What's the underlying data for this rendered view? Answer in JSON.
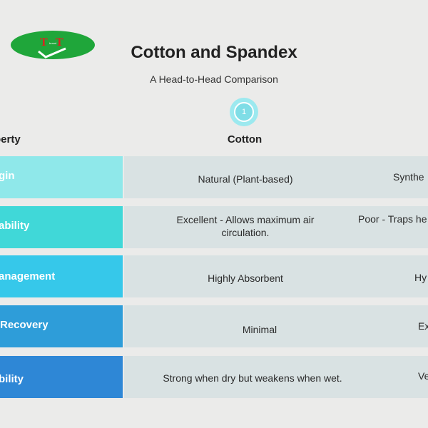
{
  "logo": {
    "text": "TT",
    "subtext": "brand"
  },
  "header": {
    "title": "Cotton and Spandex",
    "subtitle": "A Head-to-Head Comparison",
    "badge": "1"
  },
  "columns": {
    "property": "perty",
    "cotton": "Cotton"
  },
  "colors": {
    "background": "#ebebea",
    "row_origin": "#8fe8ea",
    "row_breathability": "#40d8d8",
    "row_moisture": "#36c8ea",
    "row_recovery": "#2e9dd9",
    "row_durability": "#2e87d6",
    "data_cell": "#d9e2e3"
  },
  "rows": [
    {
      "property": "gin",
      "cotton": "Natural (Plant-based)",
      "spandex": "Synthe"
    },
    {
      "property": "ability",
      "cotton": "Excellent - Allows maximum air circulation.",
      "spandex": "Poor - Traps he"
    },
    {
      "property": "anagement",
      "cotton": "Highly Absorbent",
      "spandex": "Hy"
    },
    {
      "property": "Recovery",
      "cotton": "Minimal",
      "spandex": "Ex"
    },
    {
      "property": "bility",
      "cotton": "Strong when dry but weakens when wet.",
      "spandex": "Ve"
    }
  ]
}
